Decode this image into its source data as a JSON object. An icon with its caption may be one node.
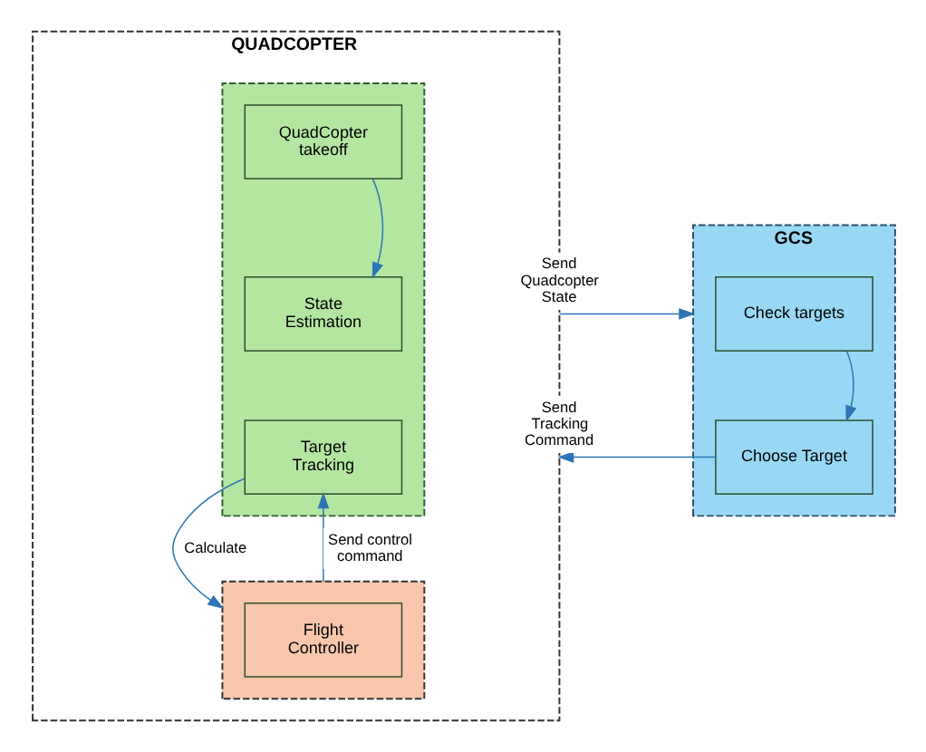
{
  "diagram": {
    "nodes": [
      {
        "text": [
          "QUADCOPTER"
        ]
      },
      {
        "text": [],
        "shape": "box",
        "in": 0
      },
      {
        "text": [
          "QuadCopter takeoff"
        ],
        "in": 1
      },
      {
        "text": [
          "State Estimation"
        ],
        "in": 1
      },
      {
        "text": [
          "Target Tracking"
        ],
        "in": 1
      },
      {
        "text": [],
        "shape": "box",
        "in": 0
      },
      {
        "text": [
          "Flight Controller"
        ],
        "in": 5
      },
      {
        "text": [
          "GCS"
        ]
      },
      {
        "text": [
          "Check targets"
        ],
        "in": 7
      },
      {
        "text": [
          "Choose Target"
        ],
        "in": 7
      }
    ],
    "edges": [
      {
        "from": 2,
        "to": 3,
        "arrow": "to"
      },
      {
        "from": 0,
        "to": 7,
        "arrow": "to",
        "label": "Send Quadcopter State"
      },
      {
        "from": 8,
        "to": 9,
        "arrow": "to"
      },
      {
        "from": 9,
        "to": 0,
        "arrow": "to",
        "label": "Send Tracking Command"
      },
      {
        "from": 4,
        "to": 5,
        "arrow": "to",
        "label": "Calculate"
      },
      {
        "from": 5,
        "to": 4,
        "arrow": "to",
        "label": "Send control command"
      }
    ]
  }
}
